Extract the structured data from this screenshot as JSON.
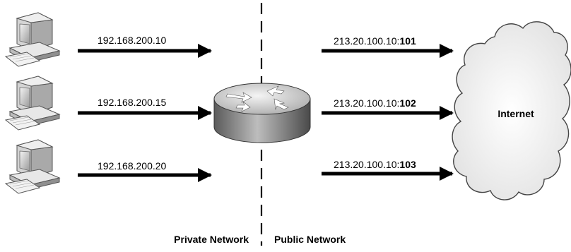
{
  "hosts": [
    {
      "ip": "192.168.200.10"
    },
    {
      "ip": "192.168.200.15"
    },
    {
      "ip": "192.168.200.20"
    }
  ],
  "translations": [
    {
      "address": "213.20.100.10:",
      "port": "101"
    },
    {
      "address": "213.20.100.10:",
      "port": "102"
    },
    {
      "address": "213.20.100.10:",
      "port": "103"
    }
  ],
  "cloud": {
    "label": "Internet"
  },
  "zones": {
    "private": "Private Network",
    "public": "Public Network"
  },
  "colors": {
    "line": "#000000",
    "cloud_fill": "#ebebeb",
    "router_top": "#d9d9d9",
    "router_side": "#8c8c8c"
  }
}
